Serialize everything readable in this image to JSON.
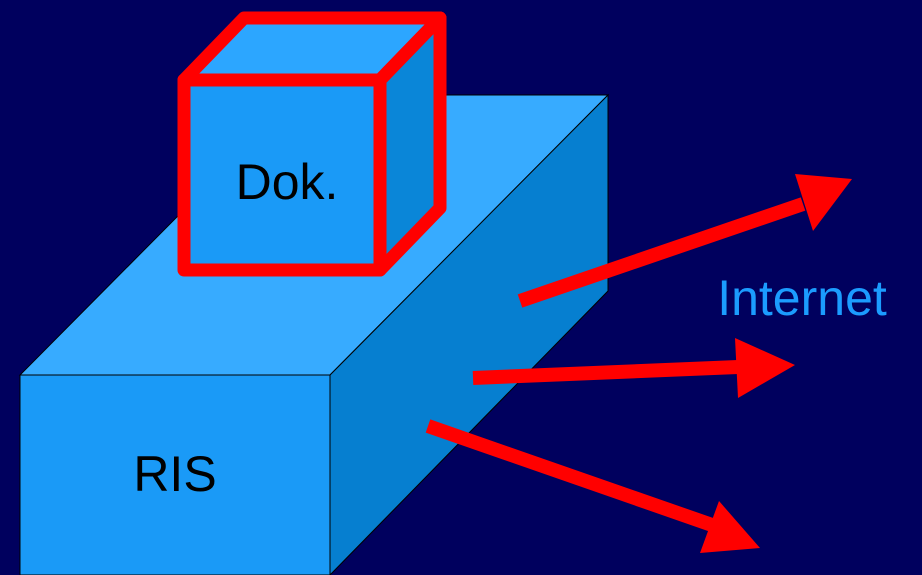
{
  "labels": {
    "cube": "Dok.",
    "box": "RIS",
    "network": "Internet"
  },
  "colors": {
    "background": "#00005e",
    "box_front": "#1a9af7",
    "box_top": "#37abff",
    "box_side": "#067fd0",
    "cube_front": "#1a9af7",
    "cube_top": "#2ca6ff",
    "cube_side": "#0a86d8",
    "cube_outline": "#ff0000",
    "arrow": "#ff0000",
    "network_text": "#1b9cff",
    "dark_text": "#000000",
    "line": "#000000"
  },
  "icons": {
    "arrows": [
      "arrow-right-icon",
      "arrow-right-icon",
      "arrow-right-icon"
    ]
  }
}
